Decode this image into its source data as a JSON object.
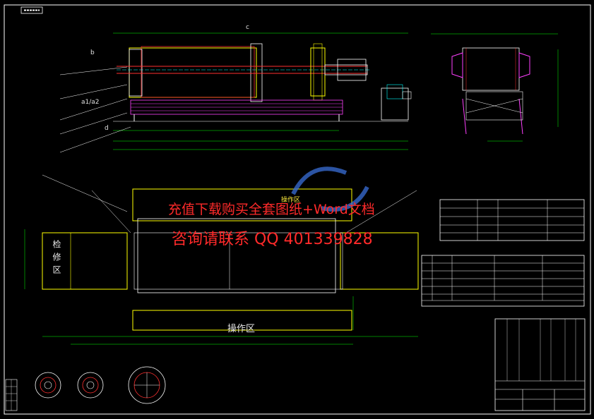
{
  "drawing": {
    "corner_tag": "",
    "watermark_line1": "充值下载购买全套图纸+Word文档",
    "watermark_line2": "咨询请联系 QQ 401339828"
  },
  "plan_view": {
    "operation_area_top": "操作区",
    "operation_area_bottom": "操作区",
    "maintenance_area": "检修区",
    "maintenance_vertical": "检\n修\n区",
    "callout_letters": [
      "b",
      "a1/a2",
      "d",
      "c"
    ]
  },
  "colors": {
    "background": "#000000",
    "frame": "#ffffff",
    "outline_yellow": "#ffff00",
    "plates_red": "#ff3030",
    "pipes_magenta": "#ff40ff",
    "dimension_green": "#00ff00",
    "cyan": "#00ffff",
    "watermark_red": "#ff2a2a",
    "logo_blue": "#3a6fd8"
  }
}
